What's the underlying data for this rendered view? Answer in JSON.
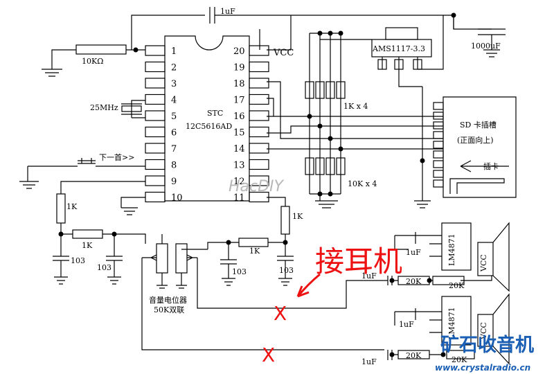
{
  "chip": {
    "maker": "STC",
    "model": "12C5616AD",
    "left_pins": [
      "1",
      "2",
      "3",
      "4",
      "5",
      "6",
      "7",
      "8",
      "9",
      "10"
    ],
    "right_pins": [
      "20",
      "19",
      "18",
      "17",
      "16",
      "15",
      "14",
      "13",
      "12",
      "11"
    ]
  },
  "regulator": {
    "label": "AMS1117-3.3"
  },
  "labels": {
    "vcc_pin": "VCC",
    "cap_top": "1uF",
    "res_10k_omega": "10KΩ",
    "cap_1000uf": "1000uF",
    "crystal": "25MHz",
    "next_track": "下一首>>",
    "res_1k_x4": "1K x 4",
    "res_10k_x4": "10K x 4",
    "sd_slot": "SD 卡插槽",
    "sd_orientation": "(正面向上)",
    "sd_insert": "插卡",
    "watermark": "HacDIY",
    "res_1k_a": "1K",
    "res_1k_b": "1K",
    "res_1k_c": "1K",
    "res_1k_d": "1K",
    "cap_103_a": "103",
    "cap_103_b": "103",
    "cap_103_c": "103",
    "cap_103_d": "103",
    "potentiometer_1": "音量电位器",
    "potentiometer_2": "50K双联",
    "amp_top": "LM4871",
    "amp_bottom": "LM4871",
    "vcc_amp_top": "VCC",
    "vcc_amp_bottom": "VCC",
    "cap_1uf_a": "1uF",
    "cap_1uf_b": "1uF",
    "cap_1uf_c": "1uF",
    "cap_1uf_d": "1uF",
    "res_20k_a": "20K",
    "res_20k_b": "20K",
    "res_20k_c": "20K",
    "res_20k_d": "20K",
    "headphone_note": "接耳机",
    "mark_x": "X",
    "brand_cn": "矿石收音机",
    "brand_url": "www.crystalradio.cn"
  },
  "colors": {
    "line": "#000000",
    "annotation_red": "#ee1111",
    "brand_blue": "#1a5fb4",
    "watermark": "#b8b8b8"
  }
}
